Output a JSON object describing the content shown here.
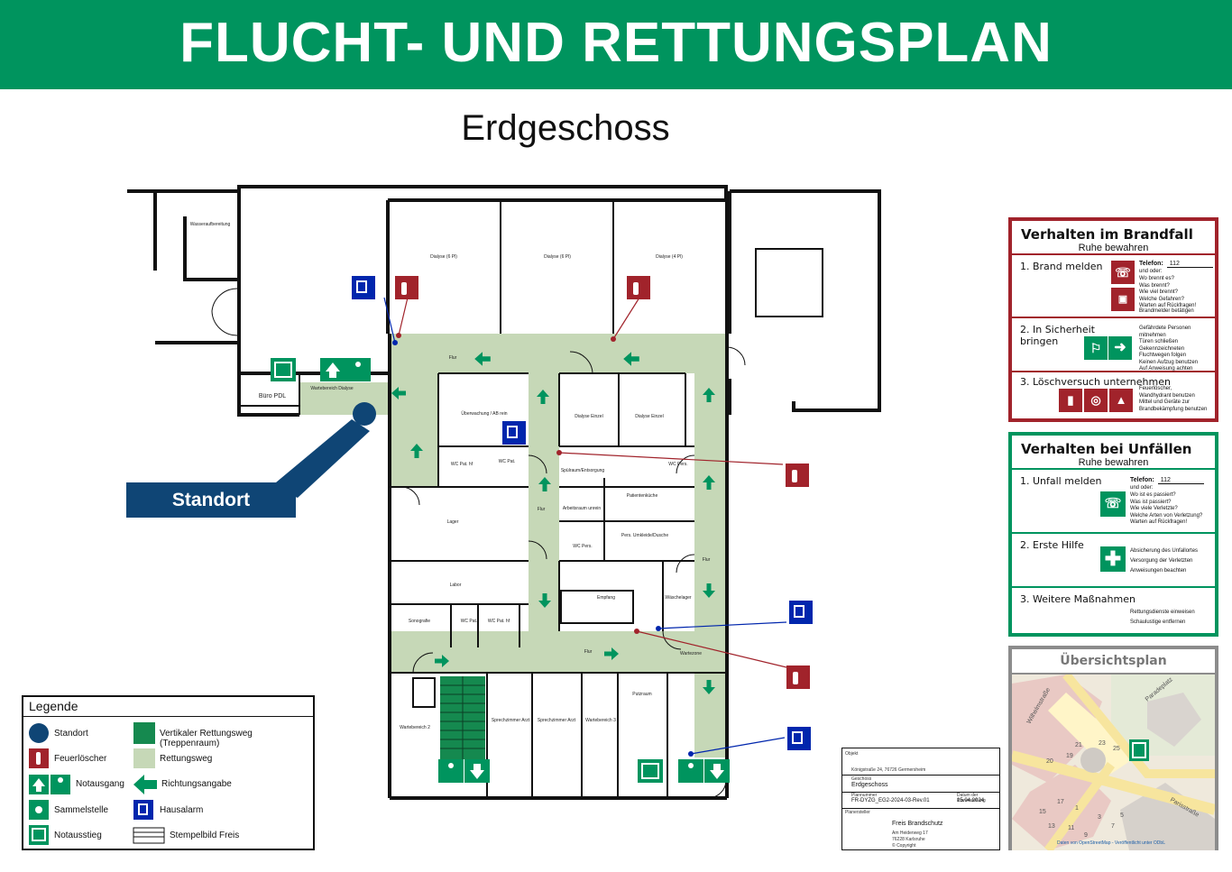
{
  "header": {
    "title": "FLUCHT- UND RETTUNGSPLAN"
  },
  "floor": {
    "title": "Erdgeschoss"
  },
  "standort": {
    "label": "Standort"
  },
  "rooms": [
    {
      "id": "wasser",
      "label": "Wasseraufbereitung"
    },
    {
      "id": "dialyse1",
      "label": "Dialyse (6 Pl)"
    },
    {
      "id": "dialyse2",
      "label": "Dialyse (6 Pl)"
    },
    {
      "id": "dialyse3",
      "label": "Dialyse (4 Pl)"
    },
    {
      "id": "buero",
      "label": "Büro PDL"
    },
    {
      "id": "wartebereich",
      "label": "Wartebereich Dialyse"
    },
    {
      "id": "flur1",
      "label": "Flur"
    },
    {
      "id": "ueberwachung",
      "label": "Überwachung / AB rein"
    },
    {
      "id": "dialyse_einzel1",
      "label": "Dialyse Einzel"
    },
    {
      "id": "dialyse_einzel2",
      "label": "Dialyse Einzel"
    },
    {
      "id": "wc1",
      "label": "WC Pat. hf"
    },
    {
      "id": "wc2",
      "label": "WC Pat."
    },
    {
      "id": "wc3",
      "label": "WC Pers."
    },
    {
      "id": "spuelraum",
      "label": "Spülraum/Entsorgung"
    },
    {
      "id": "lager",
      "label": "Lager"
    },
    {
      "id": "arbeitsraum",
      "label": "Arbeitsraum unrein"
    },
    {
      "id": "patientenkueche",
      "label": "Patientenküche"
    },
    {
      "id": "wcpers",
      "label": "WC Pers."
    },
    {
      "id": "personal",
      "label": "Pers. Umkleide/Dusche"
    },
    {
      "id": "flur2",
      "label": "Flur"
    },
    {
      "id": "flur3",
      "label": "Flur"
    },
    {
      "id": "labor",
      "label": "Labor"
    },
    {
      "id": "empfang",
      "label": "Empfang"
    },
    {
      "id": "waescheplatz",
      "label": "Wäschelager"
    },
    {
      "id": "sonografie",
      "label": "Sonografie"
    },
    {
      "id": "wc4",
      "label": "WC Pat."
    },
    {
      "id": "wc5",
      "label": "WC Pat. hf"
    },
    {
      "id": "flur4",
      "label": "Flur"
    },
    {
      "id": "wartezone",
      "label": "Wartezone"
    },
    {
      "id": "putzraum",
      "label": "Putzraum"
    },
    {
      "id": "warte2",
      "label": "Wartebereich 2"
    },
    {
      "id": "sprech1",
      "label": "Sprechzimmer Arzt"
    },
    {
      "id": "sprech2",
      "label": "Sprechzimmer Arzt"
    },
    {
      "id": "warte3",
      "label": "Wartebereich 3"
    }
  ],
  "panel_fire": {
    "title": "Verhalten im Brandfall",
    "subtitle": "Ruhe bewahren",
    "steps": [
      {
        "label": "1. Brand melden",
        "telefon_label": "Telefon:",
        "telefon_value": "112",
        "und_oder": "und oder:",
        "lines": [
          "Wo brennt es?",
          "Was brennt?",
          "Wie viel brennt?",
          "Welche Gefahren?",
          "Warten auf Rückfragen!"
        ],
        "extra": "Brandmelder betätigen"
      },
      {
        "label": "2. In Sicherheit bringen",
        "lines": [
          "Gefährdete Personen mitnehmen",
          "Türen schließen",
          "Gekennzeichneten Fluchtwegen folgen",
          "Keinen Aufzug benutzen",
          "Auf Anweisung achten"
        ]
      },
      {
        "label": "3. Löschversuch unternehmen",
        "lines": [
          "Feuerlöscher,",
          "Wandhydrant benutzen",
          "Mittel und Geräte zur",
          "Brandbekämpfung benutzen"
        ]
      }
    ]
  },
  "panel_accident": {
    "title": "Verhalten bei Unfällen",
    "subtitle": "Ruhe bewahren",
    "steps": [
      {
        "label": "1. Unfall melden",
        "telefon_label": "Telefon:",
        "telefon_value": "112",
        "und_oder": "und oder:",
        "lines": [
          "Wo ist es passiert?",
          "Was ist passiert?",
          "Wie viele Verletzte?",
          "Welche Arten von Verletzung?",
          "Warten auf Rückfragen!"
        ]
      },
      {
        "label": "2. Erste Hilfe",
        "lines": [
          "Absicherung des Unfallortes",
          "Versorgung der Verletzten",
          "Anweisungen beachten"
        ]
      },
      {
        "label": "3. Weitere Maßnahmen",
        "lines": [
          "Rettungsdienste einweisen",
          "Schaulustige entfernen"
        ]
      }
    ]
  },
  "legend": {
    "title": "Legende",
    "items": [
      {
        "label": "Standort"
      },
      {
        "label": "Vertikaler Rettungsweg (Treppenraum)"
      },
      {
        "label": "Feuerlöscher"
      },
      {
        "label": "Rettungsweg"
      },
      {
        "label": "Notausgang"
      },
      {
        "label": "Richtungsangabe"
      },
      {
        "label": "Sammelstelle"
      },
      {
        "label": "Hausalarm"
      },
      {
        "label": "Notausstieg"
      },
      {
        "label": "Stempelbild Freis"
      }
    ]
  },
  "titleblock": {
    "objekt_label": "Objekt",
    "objekt_value": "Königstraße 24, 76726 Germersheim",
    "geschoss_label": "Geschoss",
    "geschoss_value": "Erdgeschoss",
    "plannummer_label": "Plannummer",
    "plannummer_value": "FR-DYZG_EG2-2024-03-Rev.01",
    "datum_label": "Datum der Planerstellung",
    "datum_value": "15.04.2024",
    "planersteller_label": "Planersteller",
    "firma": "Freis Brandschutz",
    "adresse1": "Am Heiderweg 17",
    "adresse2": "76228 Karlsruhe",
    "copyright": "© Copyright"
  },
  "overview": {
    "title": "Übersichtsplan",
    "footer": "Daten von OpenStreetMap - Veröffentlicht unter ODbL",
    "street1": "Wilhelmstraße",
    "street2": "Paradeplatz",
    "street3": "Parisstraße",
    "numbers": [
      "17",
      "19",
      "20",
      "21",
      "23",
      "25",
      "15",
      "13",
      "11",
      "9",
      "7",
      "5",
      "3",
      "1"
    ]
  },
  "colors": {
    "green": "#00945e",
    "red": "#a1232b",
    "blue": "#0046ad",
    "route": "#c6d8b7",
    "navy": "#0f4575",
    "stair": "#15894f"
  }
}
